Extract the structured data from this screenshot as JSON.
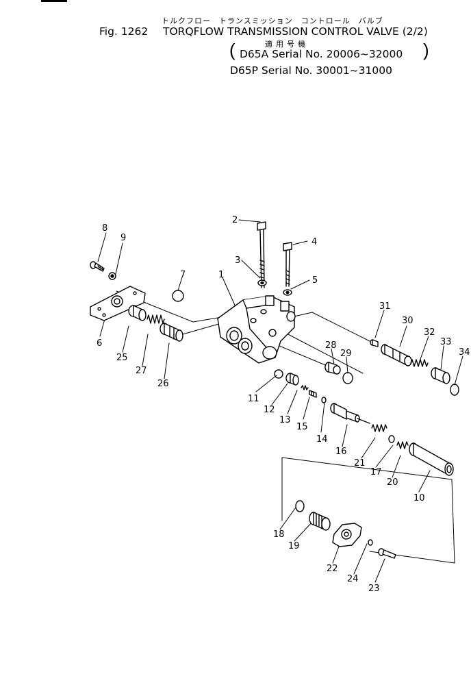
{
  "header": {
    "jp_title": "トルクフロー　トランスミッション　コントロール　バルブ",
    "fig_label": "Fig. 1262",
    "title": "TORQFLOW TRANSMISSION CONTROL VALVE (2/2)",
    "jp_applicable": "適 用 号 機",
    "serial_lines": [
      "D65A Serial No. 20006~32000",
      "D65P Serial No. 30001~31000"
    ]
  },
  "callouts": [
    "1",
    "2",
    "3",
    "4",
    "5",
    "6",
    "7",
    "8",
    "9",
    "10",
    "11",
    "12",
    "13",
    "14",
    "15",
    "16",
    "17",
    "18",
    "19",
    "20",
    "21",
    "22",
    "23",
    "24",
    "25",
    "26",
    "27",
    "28",
    "29",
    "30",
    "31",
    "32",
    "33",
    "34"
  ]
}
